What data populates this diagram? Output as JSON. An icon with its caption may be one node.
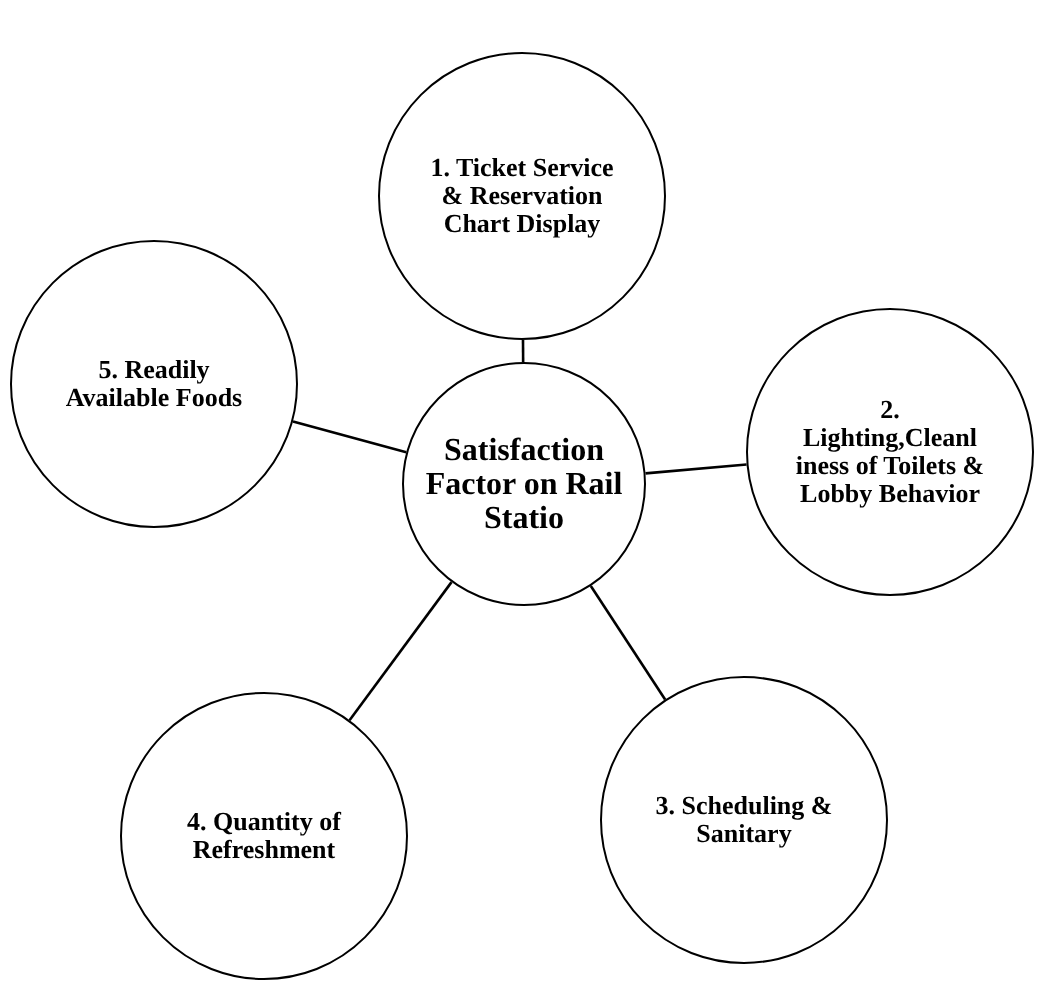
{
  "diagram": {
    "nodes": [
      {
        "text": [
          "1. Ticket Service & Reservation Chart Display"
        ]
      },
      {
        "text": [
          "2. Lighting,Cleanl iness of Toilets & Lobby Behavior"
        ]
      },
      {
        "text": [
          "3. Scheduling & Sanitary"
        ]
      },
      {
        "text": [
          "4. Quantity of Refreshment"
        ]
      },
      {
        "text": [
          "5. Readily Available Foods"
        ]
      },
      {
        "text": [
          "Satisfaction Factor on Rail Statio"
        ]
      }
    ],
    "edges": [
      {
        "from": 5,
        "to": 0,
        "arrow": "none"
      },
      {
        "from": 5,
        "to": 1,
        "arrow": "none"
      },
      {
        "from": 5,
        "to": 2,
        "arrow": "none"
      },
      {
        "from": 5,
        "to": 3,
        "arrow": "none"
      },
      {
        "from": 5,
        "to": 4,
        "arrow": "none"
      }
    ]
  }
}
